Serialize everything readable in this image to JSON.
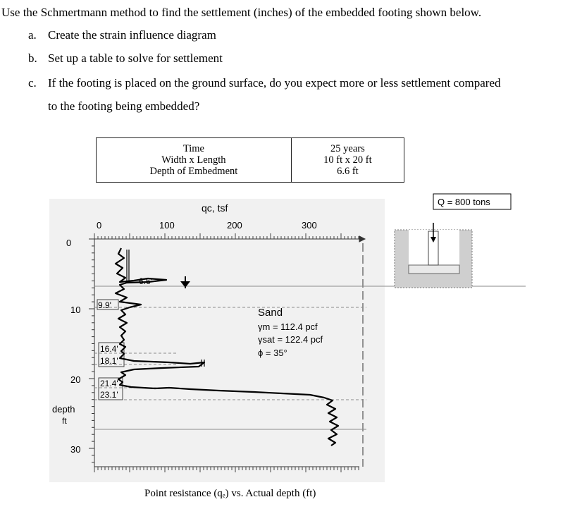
{
  "question": {
    "main": "Use the Schmertmann method to find the settlement (inches) of the embedded footing shown below.",
    "parts": [
      {
        "letter": "a.",
        "text": "Create the strain influence diagram"
      },
      {
        "letter": "b.",
        "text": "Set up a table to solve for settlement"
      },
      {
        "letter": "c.",
        "text": "If the footing is placed on the ground surface, do you expect more or less settlement compared"
      }
    ],
    "part_c_continued": "to the footing being embedded?"
  },
  "params_table": {
    "labels": [
      "Time",
      "Width x Length",
      "Depth of Embedment"
    ],
    "values": [
      "25 years",
      "10 ft x 20 ft",
      "6.6 ft"
    ]
  },
  "figure": {
    "axis_title": "qc, tsf",
    "x_ticks": [
      "0",
      "100",
      "200",
      "300"
    ],
    "y_ticks": [
      "0",
      "10",
      "20",
      "30"
    ],
    "y_label": "depth",
    "y_unit": "ft",
    "depth_marks": [
      "6.6'",
      "9.9'",
      "16.4'",
      "18.1'",
      "21.4'",
      "23.1'"
    ],
    "soil": {
      "name": "Sand",
      "gamma_m": "γm = 112.4 pcf",
      "gamma_sat": "γsat = 122.4 pcf",
      "phi": "ϕ = 35°"
    },
    "load": "Q = 800 tons",
    "caption": "Point resistance (qₑ) vs. Actual depth (ft)"
  }
}
